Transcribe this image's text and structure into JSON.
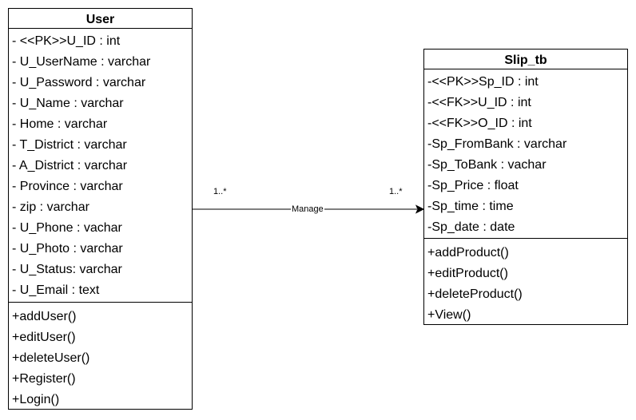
{
  "user_class": {
    "name": "User",
    "attributes": [
      "- <<PK>>U_ID : int",
      "- U_UserName : varchar",
      "- U_Password : varchar",
      "- U_Name : varchar",
      "- Home : varchar",
      "- T_District : varchar",
      "- A_District : varchar",
      "- Province : varchar",
      "- zip : varchar",
      "- U_Phone : vachar",
      "- U_Photo : varchar",
      "- U_Status: varchar",
      "- U_Email : text"
    ],
    "operations": [
      "+addUser()",
      "+editUser()",
      "+deleteUser()",
      "+Register()",
      "+Login()"
    ]
  },
  "slip_class": {
    "name": "Slip_tb",
    "attributes": [
      "-<<PK>>Sp_ID : int",
      "-<<FK>>U_ID : int",
      "-<<FK>>O_ID : int",
      "-Sp_FromBank : varchar",
      "-Sp_ToBank : vachar",
      "-Sp_Price : float",
      "-Sp_time : time",
      "-Sp_date : date"
    ],
    "operations": [
      "+addProduct()",
      "+editProduct()",
      "+deleteProduct()",
      "+View()"
    ]
  },
  "association": {
    "name": "Manage",
    "source_multiplicity": "1..*",
    "target_multiplicity": "1..*",
    "line_color": "#000000"
  }
}
